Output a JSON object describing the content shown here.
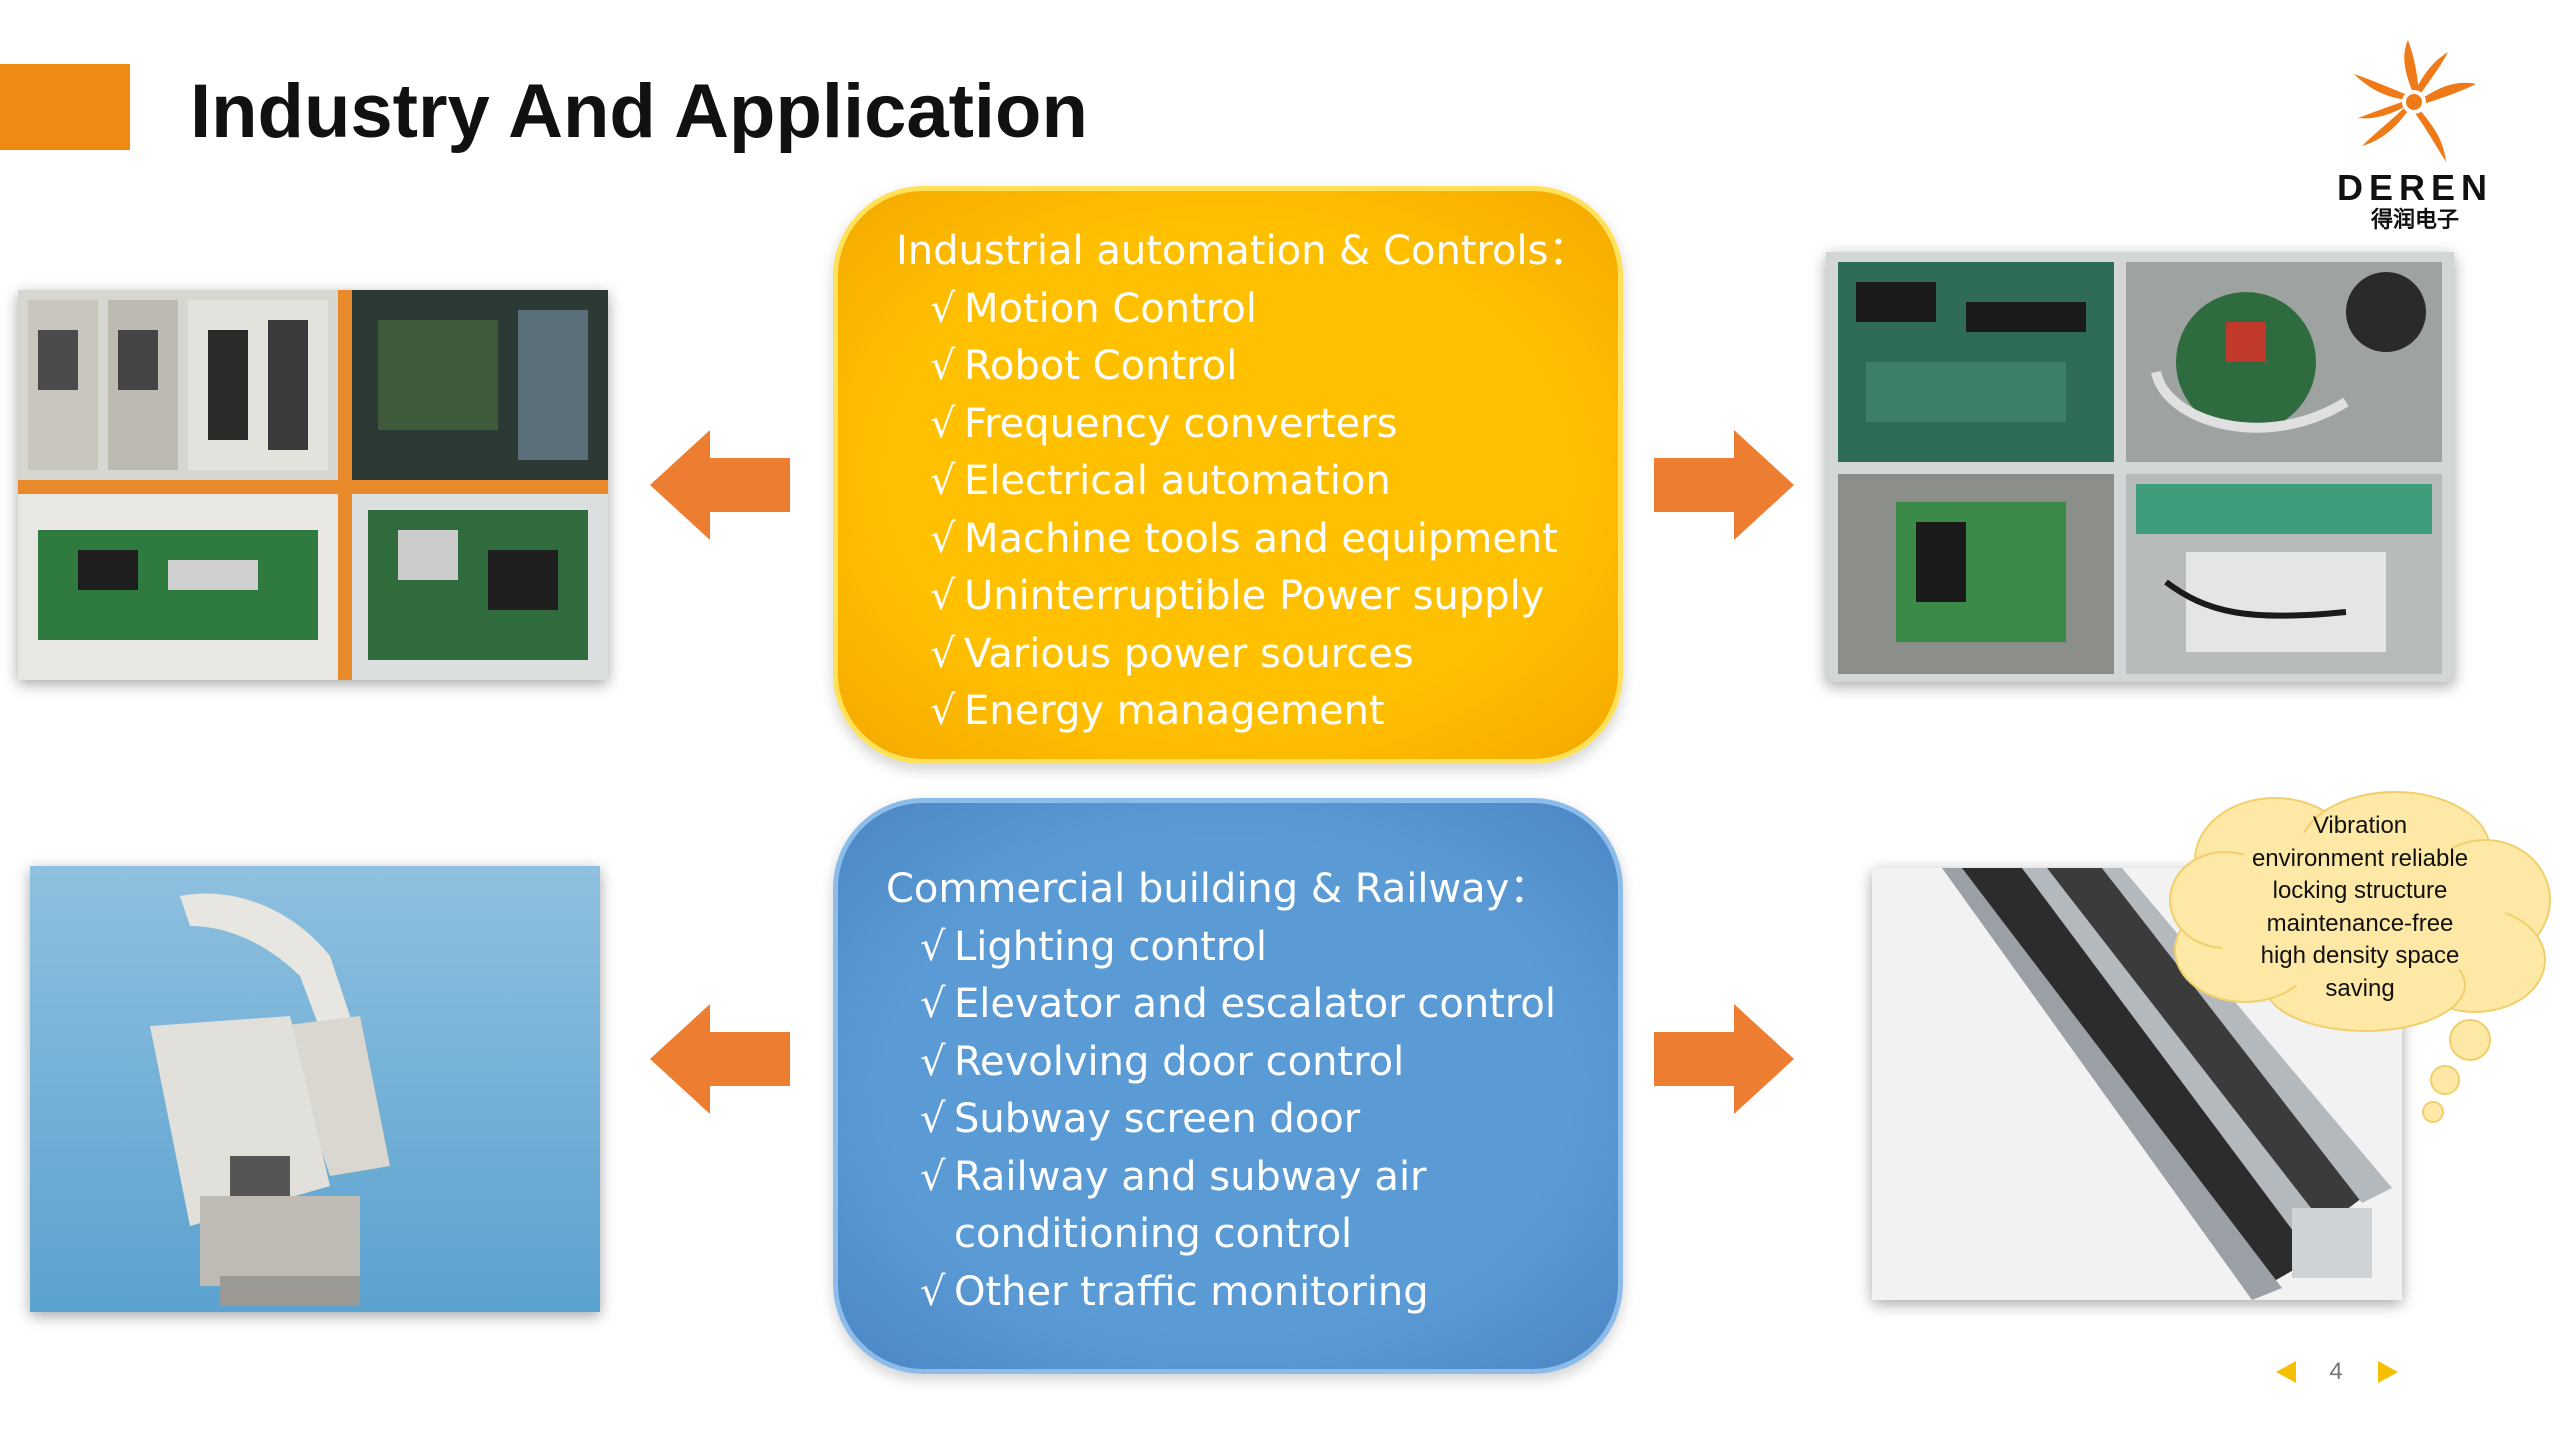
{
  "slide": {
    "title": "Industry And Application",
    "page_number": "4"
  },
  "logo": {
    "wordmark": "DEREN",
    "subtext": "得润电子"
  },
  "panels": {
    "industrial": {
      "heading": "Industrial automation & Controls：",
      "items": [
        "Motion Control",
        "Robot Control",
        "Frequency converters",
        "Electrical automation",
        "Machine tools and equipment",
        "Uninterruptible Power supply",
        "Various power sources",
        "Energy management"
      ]
    },
    "commercial": {
      "heading": "Commercial building & Railway：",
      "items": [
        "Lighting control",
        "Elevator and escalator control",
        "Revolving door control",
        "Subway screen door"
      ],
      "item_wrapped": {
        "line1": "Railway and subway air",
        "line2": "conditioning control"
      },
      "item_last": "Other traffic monitoring"
    }
  },
  "callout": {
    "lines": [
      "Vibration",
      "environment reliable",
      "locking structure",
      "maintenance-free",
      "high density space",
      "saving"
    ]
  },
  "colors": {
    "accent_orange": "#ef8a12",
    "arrow_orange": "#ed7d31",
    "panel_yellow": "#ffc000",
    "panel_blue": "#5b9bd5",
    "bubble_fill": "#fde8a6",
    "pager_arrow": "#f5c000"
  },
  "icons": {
    "prev": "triangle-left-icon",
    "next": "triangle-right-icon",
    "arrows": "block-arrow-icon"
  }
}
